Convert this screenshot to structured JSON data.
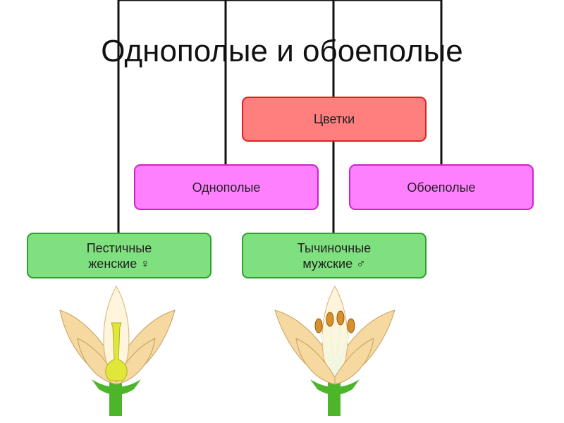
{
  "title": "Однополые и обоеполые",
  "colors": {
    "root_fill": "#ff7f7f",
    "root_border": "#e02020",
    "level2_fill": "#ff80ff",
    "level2_border": "#cc22cc",
    "level3_fill": "#7fe07f",
    "level3_border": "#2fa02f",
    "connector": "#111111",
    "petal": "#f5d9a0",
    "stem": "#4cb52a",
    "pistil": "#e0e63a"
  },
  "nodes": {
    "flowers": "Цветки",
    "unisexual": "Однополые",
    "bisexual": "Обоеполые",
    "pistillate": "Пестичные\nженские ♀",
    "staminate": "Тычиночные\nмужские ♂"
  },
  "icons": {
    "female_flower": "pistillate-flower-icon",
    "male_flower": "staminate-flower-icon"
  }
}
